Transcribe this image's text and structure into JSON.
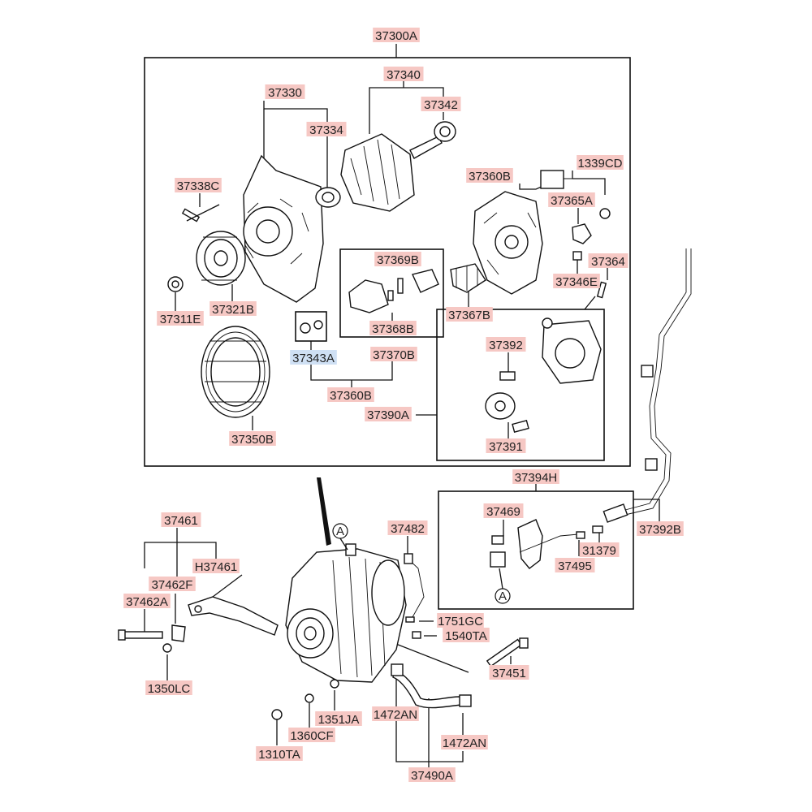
{
  "assembly_label": "37300A",
  "labels": [
    {
      "id": "37330",
      "text": "37330"
    },
    {
      "id": "37340",
      "text": "37340"
    },
    {
      "id": "37342",
      "text": "37342"
    },
    {
      "id": "37334",
      "text": "37334"
    },
    {
      "id": "1339CD",
      "text": "1339CD"
    },
    {
      "id": "37338C",
      "text": "37338C"
    },
    {
      "id": "37360B_top",
      "text": "37360B"
    },
    {
      "id": "37365A",
      "text": "37365A"
    },
    {
      "id": "37369B",
      "text": "37369B"
    },
    {
      "id": "37364",
      "text": "37364"
    },
    {
      "id": "37346E",
      "text": "37346E"
    },
    {
      "id": "37311E",
      "text": "37311E"
    },
    {
      "id": "37321B",
      "text": "37321B"
    },
    {
      "id": "37367B",
      "text": "37367B"
    },
    {
      "id": "37368B",
      "text": "37368B"
    },
    {
      "id": "37392",
      "text": "37392"
    },
    {
      "id": "37343A",
      "text": "37343A",
      "selected": true
    },
    {
      "id": "37370B",
      "text": "37370B"
    },
    {
      "id": "37360B_bottom",
      "text": "37360B"
    },
    {
      "id": "37390A",
      "text": "37390A"
    },
    {
      "id": "37391",
      "text": "37391"
    },
    {
      "id": "37350B",
      "text": "37350B"
    },
    {
      "id": "37394H",
      "text": "37394H"
    },
    {
      "id": "37461",
      "text": "37461"
    },
    {
      "id": "37469",
      "text": "37469"
    },
    {
      "id": "37482",
      "text": "37482"
    },
    {
      "id": "37392B",
      "text": "37392B"
    },
    {
      "id": "H37461",
      "text": "H37461"
    },
    {
      "id": "31379",
      "text": "31379"
    },
    {
      "id": "37495",
      "text": "37495"
    },
    {
      "id": "37462F",
      "text": "37462F"
    },
    {
      "id": "37462A",
      "text": "37462A"
    },
    {
      "id": "1751GC",
      "text": "1751GC"
    },
    {
      "id": "1540TA",
      "text": "1540TA"
    },
    {
      "id": "37451",
      "text": "37451"
    },
    {
      "id": "1350LC",
      "text": "1350LC"
    },
    {
      "id": "1472AN_left",
      "text": "1472AN"
    },
    {
      "id": "1351JA",
      "text": "1351JA"
    },
    {
      "id": "1360CF",
      "text": "1360CF"
    },
    {
      "id": "1472AN_right",
      "text": "1472AN"
    },
    {
      "id": "1310TA",
      "text": "1310TA"
    },
    {
      "id": "37490A",
      "text": "37490A"
    }
  ],
  "reference_marks": {
    "upper": "A",
    "lower": "A"
  },
  "colors": {
    "label_highlight": "#f6c8c4",
    "selected_highlight": "#cfe0f4",
    "line": "#111111"
  }
}
